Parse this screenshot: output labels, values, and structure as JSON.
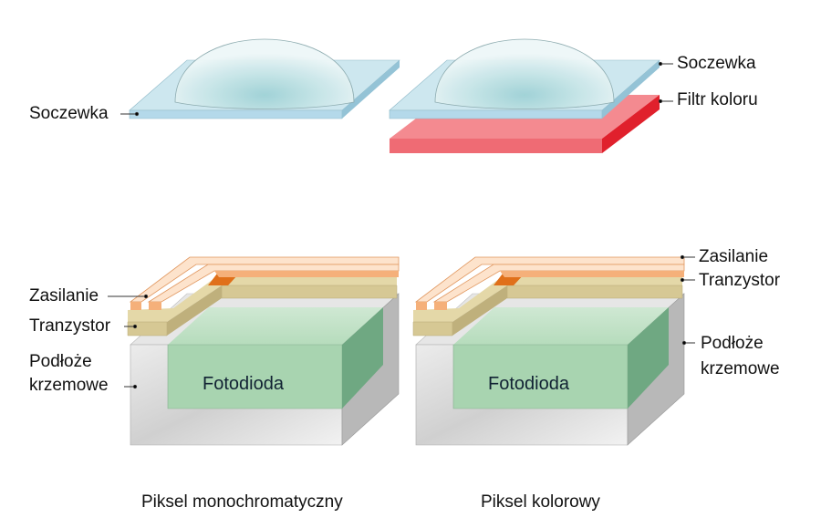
{
  "labels": {
    "lens": "Soczewka",
    "color_filter": "Filtr koloru",
    "power": "Zasilanie",
    "transistor": "Tranzystor",
    "substrate_line1": "Podłoże",
    "substrate_line2": "krzemowe",
    "photodiode": "Fotodioda"
  },
  "captions": {
    "mono": "Piksel monochromatyczny",
    "color": "Piksel kolorowy"
  },
  "colors": {
    "lens": "#bfe0ea",
    "filter": "#ef6b74",
    "photodiode": "#a8d4b0",
    "transistor": "#d9cb98",
    "power": "#f7b98a",
    "substrate": "#d8d8d8"
  }
}
